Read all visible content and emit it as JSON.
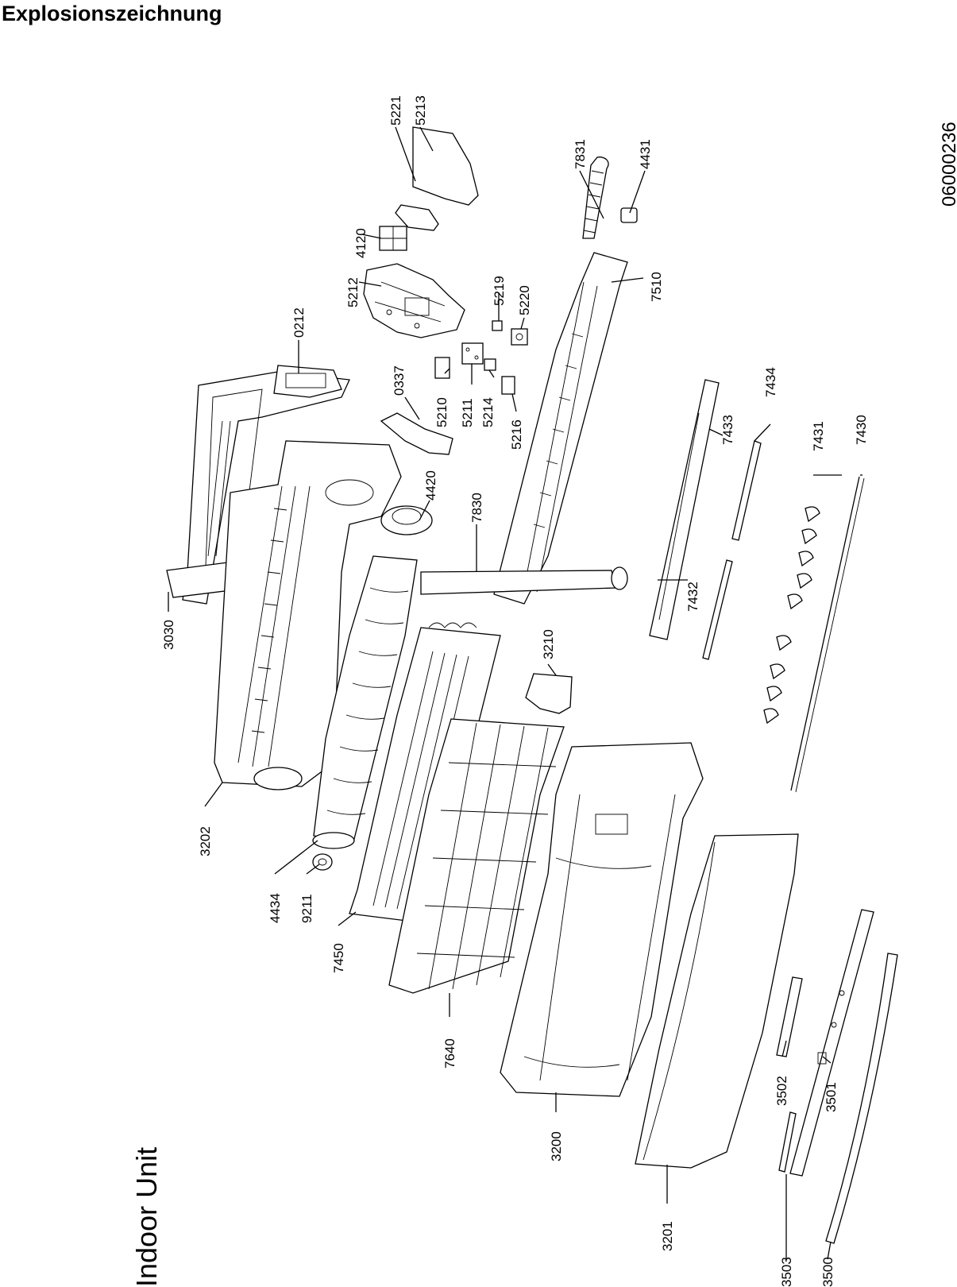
{
  "title": "Explosionszeichnung",
  "unit_label": "Indoor Unit",
  "document_number": "06000236",
  "parts": [
    {
      "id": "5221"
    },
    {
      "id": "5213"
    },
    {
      "id": "7831"
    },
    {
      "id": "4431"
    },
    {
      "id": "4120"
    },
    {
      "id": "5212"
    },
    {
      "id": "5219"
    },
    {
      "id": "5220"
    },
    {
      "id": "7510"
    },
    {
      "id": "0212"
    },
    {
      "id": "0337"
    },
    {
      "id": "5210"
    },
    {
      "id": "5211"
    },
    {
      "id": "5214"
    },
    {
      "id": "5216"
    },
    {
      "id": "7434"
    },
    {
      "id": "7433"
    },
    {
      "id": "4420"
    },
    {
      "id": "7830"
    },
    {
      "id": "7431"
    },
    {
      "id": "7430"
    },
    {
      "id": "7432"
    },
    {
      "id": "3030"
    },
    {
      "id": "3210"
    },
    {
      "id": "3202"
    },
    {
      "id": "4434"
    },
    {
      "id": "9211"
    },
    {
      "id": "7450"
    },
    {
      "id": "7640"
    },
    {
      "id": "3502"
    },
    {
      "id": "3501"
    },
    {
      "id": "3200"
    },
    {
      "id": "3201"
    },
    {
      "id": "3503"
    },
    {
      "id": "3500"
    }
  ]
}
